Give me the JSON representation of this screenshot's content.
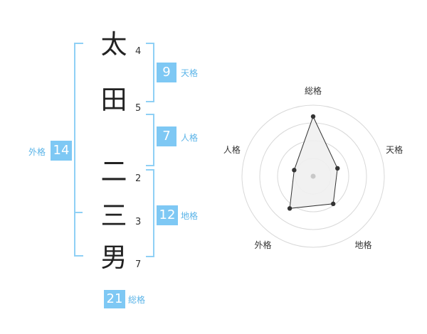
{
  "name": {
    "characters": [
      {
        "char": "太",
        "strokes": "4"
      },
      {
        "char": "田",
        "strokes": "5"
      },
      {
        "char": "二",
        "strokes": "2"
      },
      {
        "char": "三",
        "strokes": "3"
      },
      {
        "char": "男",
        "strokes": "7"
      }
    ]
  },
  "kakusu": {
    "ten": {
      "value": "9",
      "label": "天格"
    },
    "jin": {
      "value": "7",
      "label": "人格"
    },
    "chi": {
      "value": "12",
      "label": "地格"
    },
    "gai": {
      "value": "14",
      "label": "外格"
    },
    "so": {
      "value": "21",
      "label": "総格"
    }
  },
  "chart_data": {
    "type": "radar",
    "axes": [
      "総格",
      "天格",
      "地格",
      "外格",
      "人格"
    ],
    "values": [
      21,
      9,
      12,
      14,
      7
    ],
    "rings": 4,
    "colors": {
      "fill": "#f0f0f0",
      "stroke": "#333333",
      "grid": "#d8d8d8",
      "center": "#c8c8c8"
    }
  }
}
